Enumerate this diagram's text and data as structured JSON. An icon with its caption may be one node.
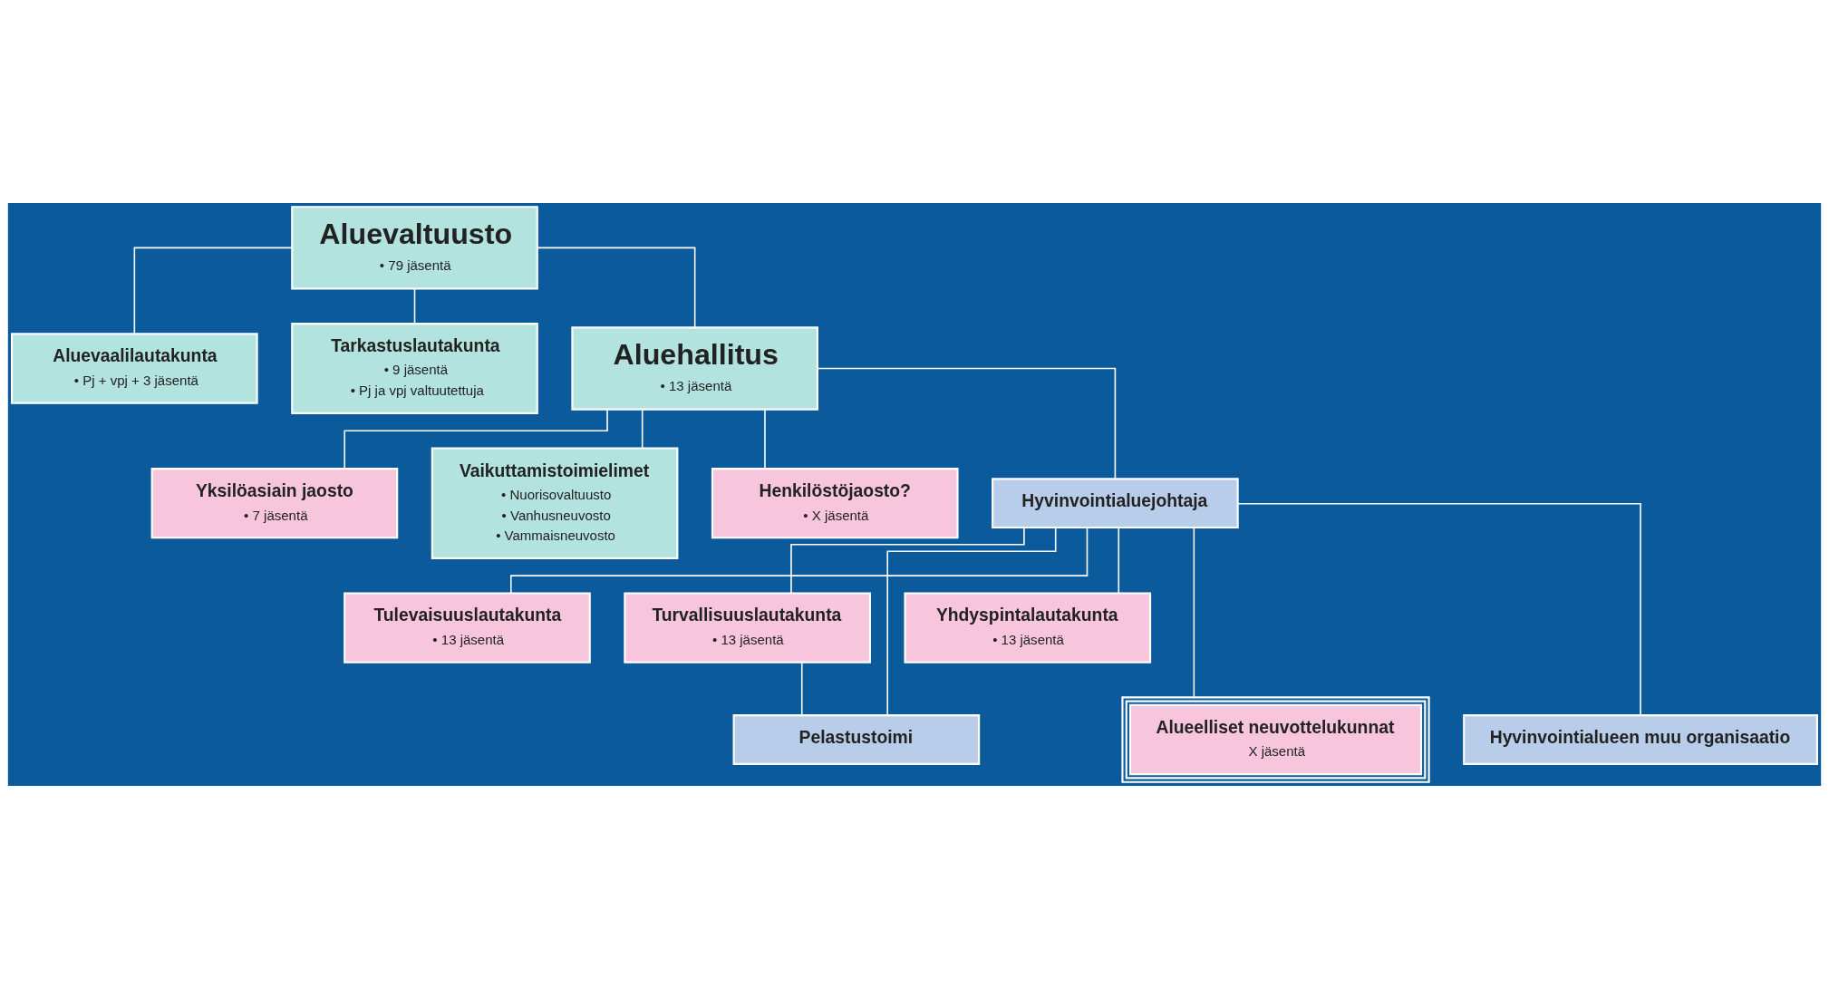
{
  "diagram": {
    "nodes": [
      {
        "text": [
          "Aluevaltuusto",
          "• 79 jäsentä"
        ]
      },
      {
        "text": [
          "Aluevaalilautakunta",
          "• Pj + vpj + 3 jäsentä"
        ]
      },
      {
        "text": [
          "Tarkastuslautakunta",
          "• 9 jäsentä",
          "• Pj ja vpj valtuutettuja"
        ]
      },
      {
        "text": [
          "Aluehallitus",
          "• 13 jäsentä"
        ]
      },
      {
        "text": [
          "Yksilöasiain jaosto",
          "• 7 jäsentä"
        ]
      },
      {
        "text": [
          "Vaikuttamistoimielimet",
          "• Nuorisovaltuusto",
          "• Vanhusneuvosto",
          "• Vammaisneuvosto"
        ]
      },
      {
        "text": [
          "Henkilöstöjaosto?",
          "• X jäsentä"
        ]
      },
      {
        "text": [
          "Hyvinvointialuejohtaja"
        ]
      },
      {
        "text": [
          "Tulevaisuuslautakunta",
          "• 13 jäsentä"
        ]
      },
      {
        "text": [
          "Turvallisuuslautakunta",
          "• 13 jäsentä"
        ]
      },
      {
        "text": [
          "Yhdyspintalautakunta",
          "• 13 jäsentä"
        ]
      },
      {
        "text": [
          "Alueelliset neuvottelukunnat",
          "X jäsentä"
        ]
      },
      {
        "text": [
          "Hyvinvointialueen muu organisaatio"
        ]
      },
      {
        "text": [
          "Pelastustoimi"
        ]
      }
    ],
    "edges": [
      {
        "from": 0,
        "to": 3,
        "arrow": "none"
      },
      {
        "from": 0,
        "to": 1,
        "arrow": "none"
      },
      {
        "from": 0,
        "to": 2,
        "arrow": "none"
      },
      {
        "from": 3,
        "to": 4,
        "arrow": "none"
      },
      {
        "from": 3,
        "to": 6,
        "arrow": "none"
      },
      {
        "from": 3,
        "to": 5,
        "arrow": "none"
      },
      {
        "from": 3,
        "to": 7,
        "arrow": "none"
      },
      {
        "from": 7,
        "to": 8,
        "arrow": "none"
      },
      {
        "from": 7,
        "to": 10,
        "arrow": "none"
      },
      {
        "from": 7,
        "to": 9,
        "arrow": "none"
      },
      {
        "from": 7,
        "to": 11,
        "arrow": "none"
      },
      {
        "from": 7,
        "to": 12,
        "arrow": "none"
      },
      {
        "from": 7,
        "to": 13,
        "arrow": "none"
      },
      {
        "from": 9,
        "to": 13,
        "arrow": "none"
      }
    ]
  }
}
